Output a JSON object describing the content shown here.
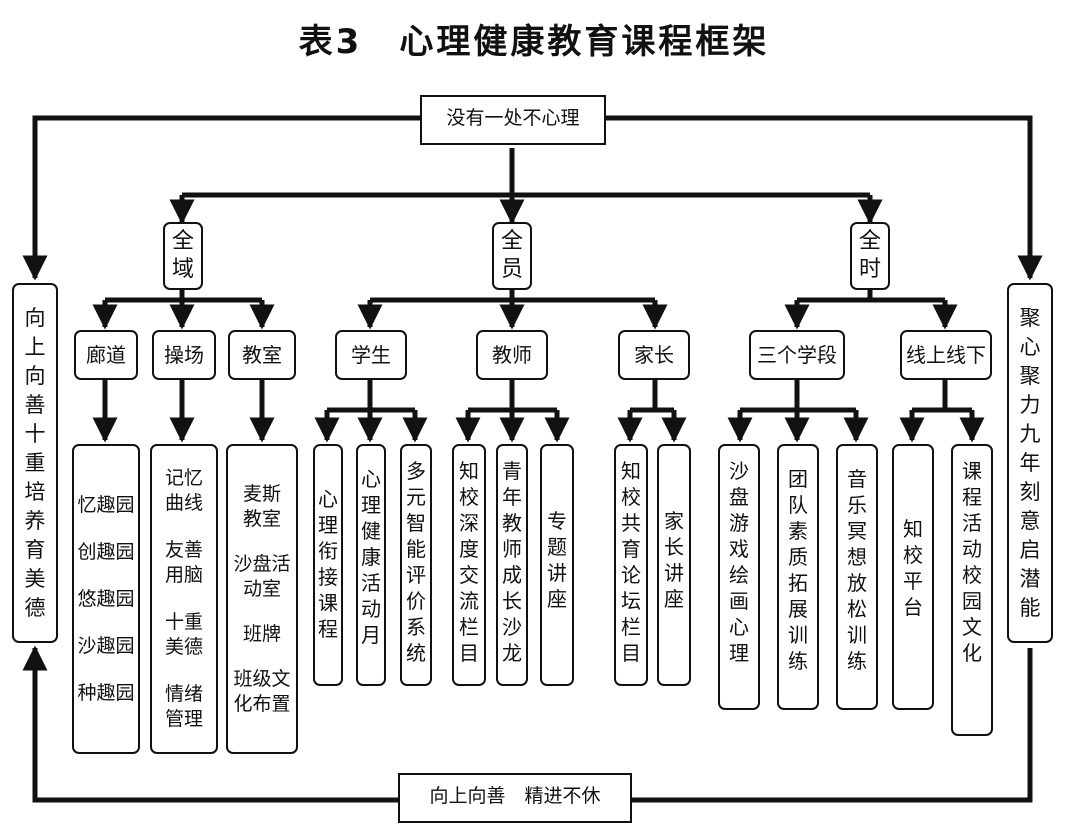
{
  "title": "表3　心理健康教育课程框架",
  "top_banner": "没有一处不心理",
  "bottom_banner": "向上向善　精进不休",
  "left_side": "向上向善十重培养育美德",
  "right_side": "聚心聚力九年刻意启潜能",
  "branches": {
    "quanyu": {
      "label": "全域",
      "children": [
        {
          "label": "廊道",
          "items": [
            "忆趣园",
            "创趣园",
            "悠趣园",
            "沙趣园",
            "种趣园"
          ]
        },
        {
          "label": "操场",
          "items": [
            "记忆曲线",
            "友善用脑",
            "十重美德",
            "情绪管理"
          ]
        },
        {
          "label": "教室",
          "items": [
            "麦斯教室",
            "沙盘活动室",
            "班牌",
            "班级文化布置"
          ]
        }
      ]
    },
    "quanyuan": {
      "label": "全员",
      "children": [
        {
          "label": "学生",
          "items": [
            "心理衔接课程",
            "心理健康活动月",
            "多元智能评价系统"
          ]
        },
        {
          "label": "教师",
          "items": [
            "知校深度交流栏目",
            "青年教师成长沙龙",
            "专题讲座"
          ]
        },
        {
          "label": "家长",
          "items": [
            "知校共育论坛栏目",
            "家长讲座"
          ]
        }
      ]
    },
    "quanshi": {
      "label": "全时",
      "children": [
        {
          "label": "三个学段",
          "items": [
            "沙盘游戏　绘画心理",
            "团队素质拓展训练",
            "音乐冥想放松训练"
          ]
        },
        {
          "label": "线上线下",
          "items": [
            "知校平台",
            "课程　活动　校园文化"
          ]
        }
      ]
    }
  }
}
